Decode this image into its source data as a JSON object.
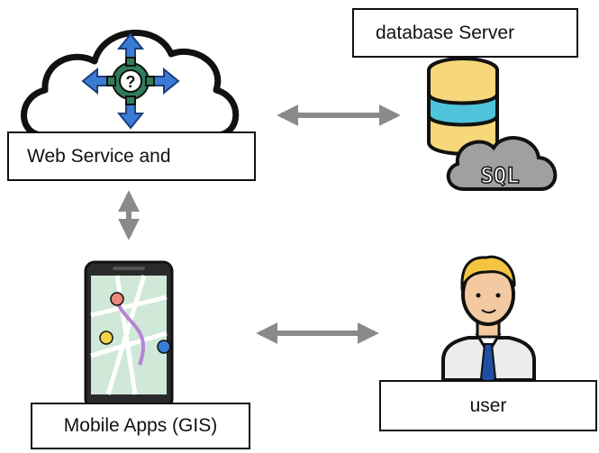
{
  "nodes": {
    "web_service": {
      "label": "Web Service and"
    },
    "database": {
      "label": "database Server",
      "sql_text": "SQL"
    },
    "mobile": {
      "label": "Mobile Apps (GIS)"
    },
    "user": {
      "label": "user"
    }
  },
  "icons": {
    "web_service": "cloud-gear-icon",
    "database": "database-sql-icon",
    "mobile": "smartphone-map-icon",
    "user": "user-avatar-icon"
  },
  "colors": {
    "arrow": "#8a8a8a",
    "cloud_arrows": "#3a7bd5",
    "gear": "#2e7d5b",
    "db_yellow": "#f6d77a",
    "db_cyan": "#4fc3d9",
    "sql_cloud": "#a0a0a0",
    "hair": "#f5c542",
    "tie": "#1f4fa3"
  }
}
